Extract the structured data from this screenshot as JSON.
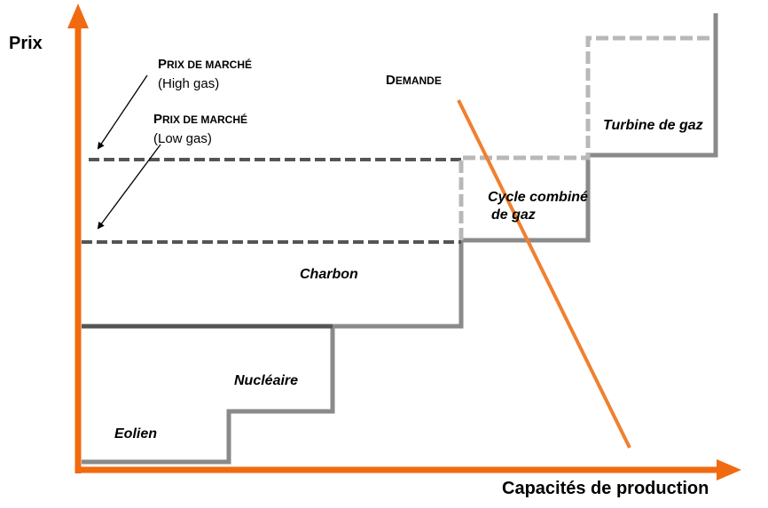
{
  "axes": {
    "y_label": "Prix",
    "x_label": "Capacités de production"
  },
  "market_price_high": {
    "title_first": "P",
    "title_rest": "RIX DE MARCHÉ",
    "subtitle": "(High gas)"
  },
  "market_price_low": {
    "title_first": "P",
    "title_rest": "RIX DE MARCHÉ",
    "subtitle": "(Low gas)"
  },
  "demand": {
    "title_first": "D",
    "title_rest": "EMANDE"
  },
  "segments": {
    "eolien": "Eolien",
    "nucleaire": "Nucléaire",
    "charbon": "Charbon",
    "ccg_line1": "Cycle combiné",
    "ccg_line2": "de gaz",
    "turbine": "Turbine de gaz"
  },
  "colors": {
    "axis": "#f26a10",
    "demand": "#f08030",
    "step": "#8a8a8a",
    "dark": "#555555",
    "light_dash": "#b8b8b8"
  }
}
